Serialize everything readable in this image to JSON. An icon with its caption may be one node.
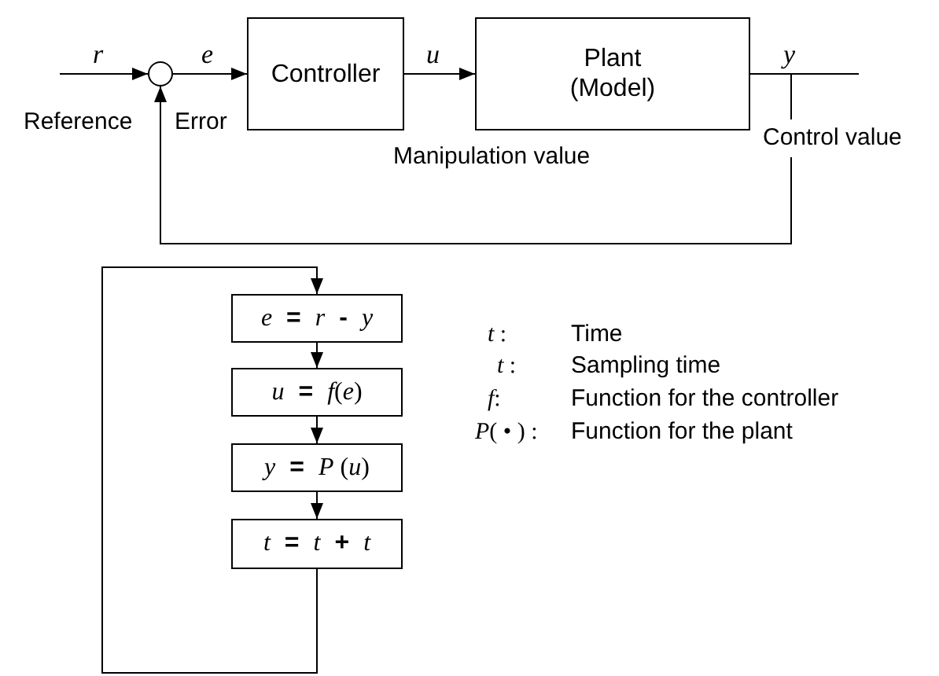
{
  "diagram": {
    "nodes": [
      {
        "text": [],
        "shape": "circle"
      },
      {
        "text": [
          "Controller"
        ]
      },
      {
        "text": [
          "Plant (Model)"
        ]
      },
      {
        "text": [
          "*e* **=** *r* **-** *y*"
        ]
      },
      {
        "text": [
          "*u* **=** *f*(*e*)"
        ]
      },
      {
        "text": [
          "*y* **=** *P* (*u*)"
        ]
      },
      {
        "text": [
          "*t* **=** *t* **+** *t*"
        ]
      }
    ],
    "edges": [
      {
        "from": null,
        "to": 0,
        "arrow": "to",
        "label": "r"
      },
      {
        "from": 0,
        "to": 1,
        "arrow": "to",
        "label": "e"
      },
      {
        "from": 1,
        "to": 2,
        "arrow": "to",
        "label": "u"
      },
      {
        "from": 2,
        "to": null,
        "arrow": "none",
        "label": "y"
      },
      {
        "from": 2,
        "to": 0,
        "arrow": "to"
      },
      {
        "from": 3,
        "to": 4,
        "arrow": "to"
      },
      {
        "from": 4,
        "to": 5,
        "arrow": "to"
      },
      {
        "from": 5,
        "to": 6,
        "arrow": "to"
      },
      {
        "from": 6,
        "to": 3,
        "arrow": "to"
      }
    ],
    "labels": [
      "Reference",
      "Error",
      "Manipulation value",
      "Control value",
      "*t* :",
      "Time",
      "*t* :",
      "Sampling time",
      "*f*:",
      "Function for the controller",
      "*P*( • ) :",
      "Function for the plant"
    ]
  }
}
